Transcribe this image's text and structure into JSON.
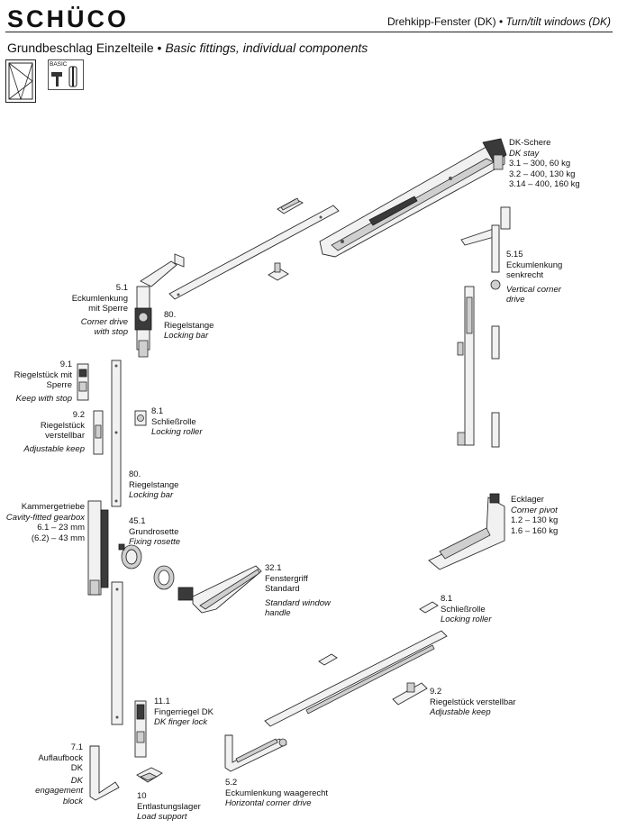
{
  "header": {
    "logo_text": "SCHÜCO",
    "window_type_de": "Drehkipp-Fenster (DK)",
    "separator": "•",
    "window_type_en": "Turn/tilt windows (DK)"
  },
  "subtitle": {
    "de": "Grundbeschlag Einzelteile",
    "separator": "•",
    "en": "Basic fittings, individual components"
  },
  "badge_basic": "BASIC",
  "labels": {
    "dk_stay": {
      "l1": "DK-Schere",
      "l2": "DK stay",
      "l3": "3.1 – 300, 60 kg",
      "l4": "3.2 – 400, 130 kg",
      "l5": "3.14 – 400, 160 kg"
    },
    "p5_15": {
      "num": "5.15",
      "de1": "Eckumlenkung",
      "de2": "senkrecht",
      "en1": "Vertical corner",
      "en2": "drive"
    },
    "p5_1": {
      "num": "5.1",
      "de1": "Eckumlenkung",
      "de2": "mit Sperre",
      "en1": "Corner drive",
      "en2": "with stop"
    },
    "p80_top": {
      "num": "80.",
      "de": "Riegelstange",
      "en": "Locking bar"
    },
    "p9_1": {
      "num": "9.1",
      "de1": "Riegelstück mit",
      "de2": "Sperre",
      "en": "Keep with stop"
    },
    "p8_1_left": {
      "num": "8.1",
      "de": "Schließrolle",
      "en": "Locking roller"
    },
    "p9_2_left": {
      "num": "9.2",
      "de1": "Riegelstück",
      "de2": "verstellbar",
      "en": "Adjustable keep"
    },
    "p80_mid": {
      "num": "80.",
      "de": "Riegelstange",
      "en": "Locking bar"
    },
    "gearbox": {
      "de": "Kammergetriebe",
      "en": "Cavity-fitted gearbox",
      "v1": "6.1 – 23 mm",
      "v2": "(6.2) – 43 mm"
    },
    "p45_1": {
      "num": "45.1",
      "de": "Grundrosette",
      "en": "Fixing rosette"
    },
    "ecklager": {
      "de": "Ecklager",
      "en": "Corner pivot",
      "v1": "1.2 – 130 kg",
      "v2": "1.6 – 160 kg"
    },
    "p32_1": {
      "num": "32.1",
      "de1": "Fenstergriff",
      "de2": "Standard",
      "en1": "Standard window",
      "en2": "handle"
    },
    "p8_1_right": {
      "num": "8.1",
      "de": "Schließrolle",
      "en": "Locking roller"
    },
    "p9_2_right": {
      "num": "9.2",
      "de": "Riegelstück verstellbar",
      "en": "Adjustable keep"
    },
    "p11_1": {
      "num": "11.1",
      "de": "Fingerriegel DK",
      "en": "DK finger lock"
    },
    "p7_1": {
      "num": "7.1",
      "de1": "Auflaufbock",
      "de2": "DK",
      "en1": "DK",
      "en2": "engagement",
      "en3": "block"
    },
    "p10": {
      "num": "10",
      "de": "Entlastungslager",
      "en": "Load support"
    },
    "p5_2": {
      "num": "5.2",
      "de": "Eckumlenkung waagerecht",
      "en": "Horizontal corner drive"
    }
  }
}
